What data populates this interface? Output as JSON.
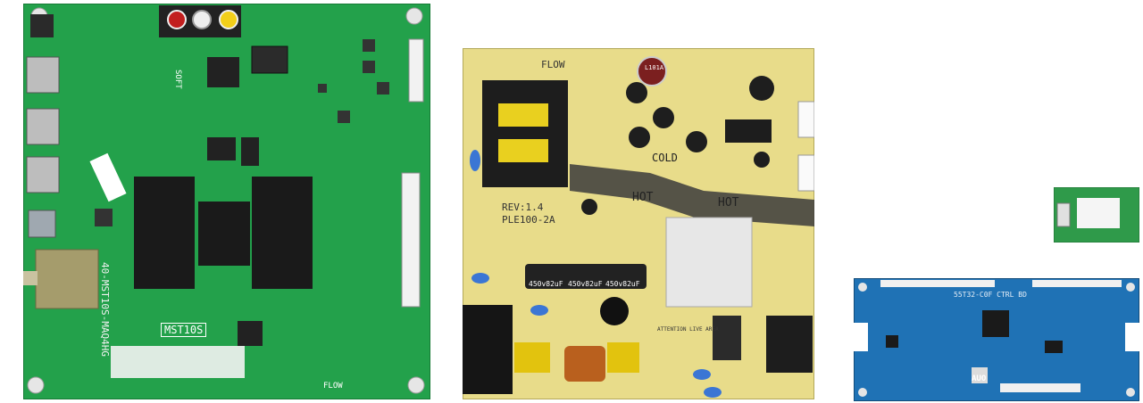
{
  "main_board": {
    "label_model": "40-MST10S-MAQ4HG",
    "label_chip": "MST10S",
    "label_flow": "FLOW",
    "label_soft": "SOFT",
    "color": "#1f9a45"
  },
  "power_board": {
    "label_flow": "FLOW",
    "label_rev": "REV:1.4",
    "label_model": "PLE100-2A",
    "label_cold": "COLD",
    "label_hot_1": "HOT",
    "label_hot_2": "HOT",
    "label_cap_1": "450v82uF",
    "label_cap_2": "450v82uF",
    "label_cap_3": "450v82uF",
    "label_inductor": "L101A",
    "label_attention": "ATTENTION LIVE AREA",
    "color": "#e8dc8a"
  },
  "wifi_module": {
    "color": "#2f9a4a"
  },
  "tcon_board": {
    "label_model": "55T32-C0F  CTRL BD",
    "label_brand": "AUO",
    "color": "#1e6fb0"
  }
}
